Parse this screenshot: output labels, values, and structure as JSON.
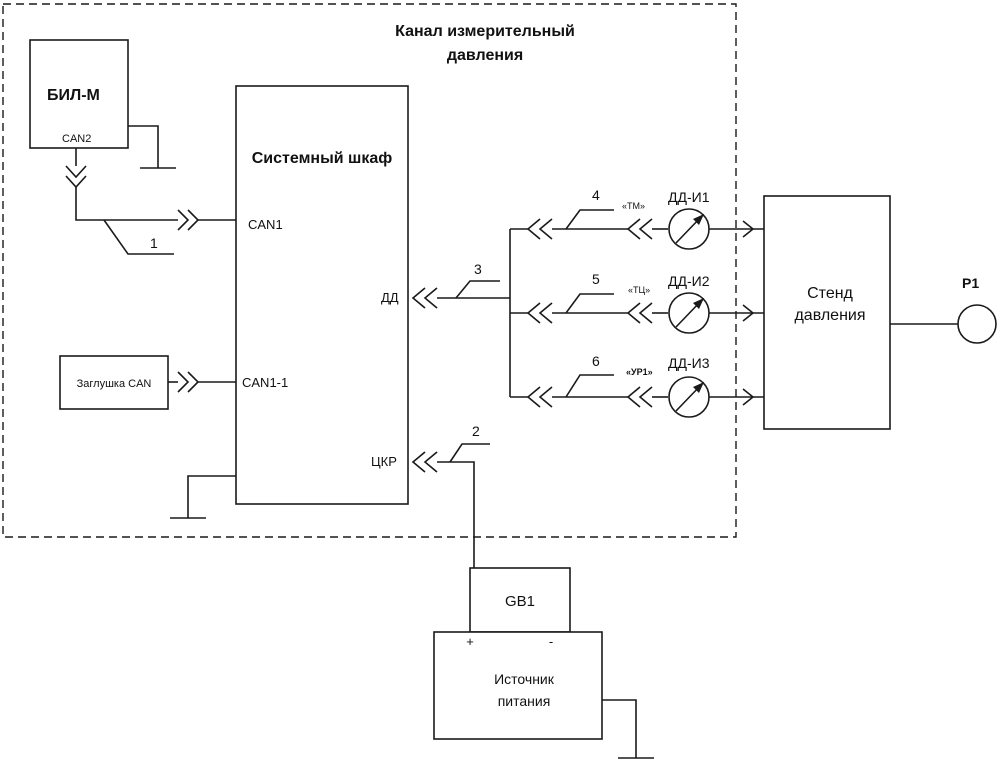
{
  "channel_title": [
    "Канал измерительный",
    "давления"
  ],
  "bil": {
    "name": "БИЛ-М",
    "port": "CAN2"
  },
  "cabinet": {
    "name": "Системный шкаф",
    "port_can1": "CAN1",
    "port_can1_1": "CAN1-1",
    "port_dd": "ДД",
    "port_ckr": "ЦКР"
  },
  "plug": {
    "name": "Заглушка CAN"
  },
  "cables": {
    "c1": "1",
    "c2": "2",
    "c3": "3",
    "c4": "4",
    "c5": "5",
    "c6": "6"
  },
  "sensors": [
    {
      "name": "ДД-И1",
      "tag": "«ТМ»"
    },
    {
      "name": "ДД-И2",
      "tag": "«ТЦ»"
    },
    {
      "name": "ДД-И3",
      "tag": "«УР1»"
    }
  ],
  "stand": {
    "line1": "Стенд",
    "line2": "давления"
  },
  "p1": "P1",
  "gb1": "GB1",
  "psu": {
    "line1": "Источник",
    "line2": "питания",
    "plus": "+",
    "minus": "-"
  }
}
